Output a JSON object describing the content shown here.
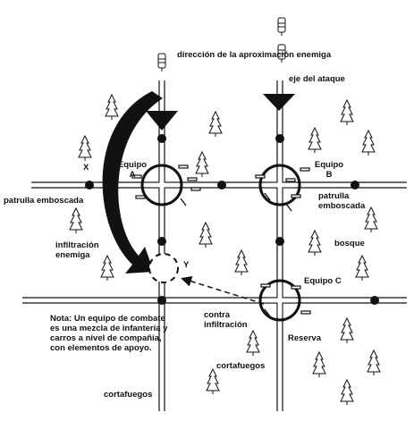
{
  "labels": {
    "enemy_approach": "dirección de la aproximación enemiga",
    "axis_of_attack": "eje del ataque",
    "team_a": "Equipo A",
    "team_b": "Equipo B",
    "team_c": "Equipo C",
    "ambush_patrol_left": "patrulla emboscada",
    "ambush_patrol_right": "patrulla emboscada",
    "enemy_infiltration": "infiltración enemiga",
    "counter_infiltration": "contra infiltración",
    "forest": "bosque",
    "reserve": "Reserva",
    "firebreaks_center": "cortafuegos",
    "firebreaks_bottom": "cortafuegos",
    "point_x": "X",
    "point_y": "Y"
  },
  "note": "Nota: Un equipo de combate es una mezcla de infantería y carros a nivel de compañía, con elementos de apoyo.",
  "colors": {
    "ink": "#111111",
    "background": "#ffffff"
  },
  "icons": [
    "tree-icon",
    "tank-icon",
    "arrow-icon"
  ]
}
